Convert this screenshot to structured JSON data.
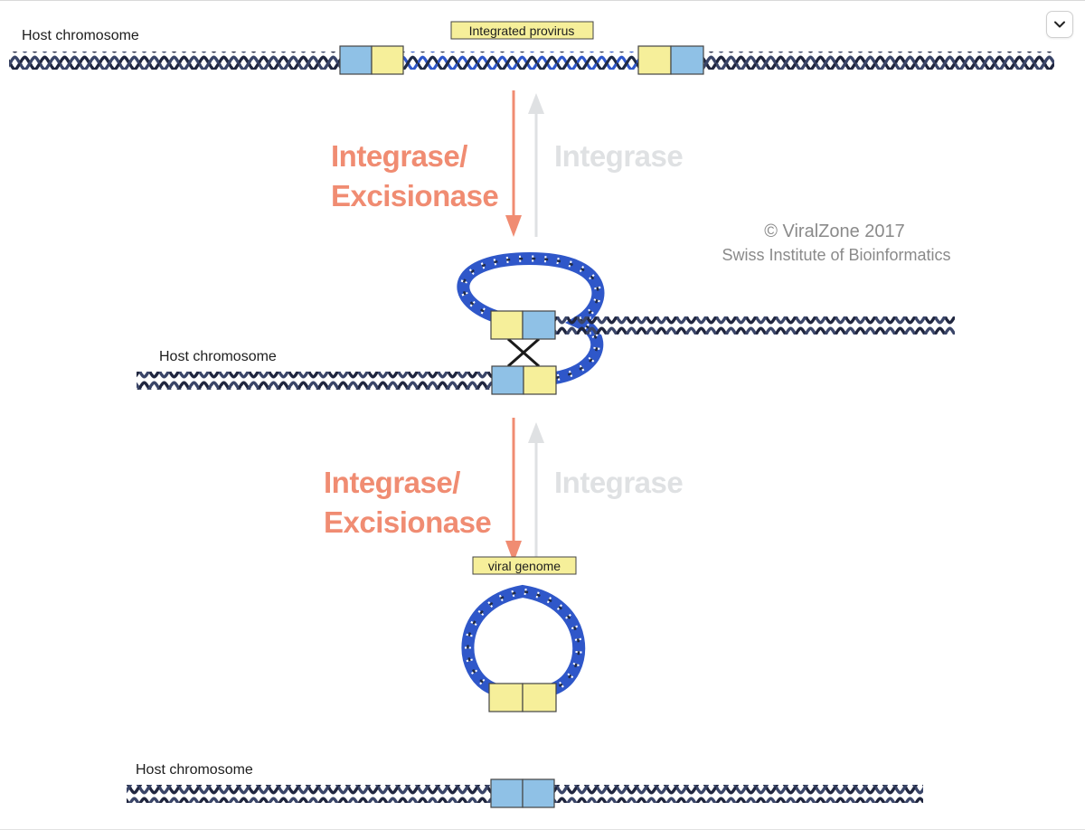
{
  "diagram": {
    "top": {
      "host_label": "Host chromosome",
      "provirus_label": "Integrated provirus"
    },
    "arrows_upper": {
      "forward_line1": "Integrase/",
      "forward_line2": "Excisionase",
      "reverse": "Integrase"
    },
    "credit": {
      "line1": "© ViralZone 2017",
      "line2": "Swiss Institute of Bioinformatics"
    },
    "middle": {
      "host_label": "Host chromosome"
    },
    "arrows_lower": {
      "forward_line1": "Integrase/",
      "forward_line2": "Excisionase",
      "reverse": "Integrase"
    },
    "circle": {
      "viral_genome_label": "viral genome"
    },
    "bottom": {
      "host_label": "Host chromosome"
    },
    "colors": {
      "host_dna": "#2a3352",
      "viral_dna": "#2f57c9",
      "att_blue": "#8fc1e6",
      "att_yellow": "#f6ef9a",
      "enzyme_active": "#f08c72",
      "enzyme_faded": "#dfe1e3"
    }
  },
  "ui": {
    "collapse_icon": "chevron-down-icon"
  }
}
